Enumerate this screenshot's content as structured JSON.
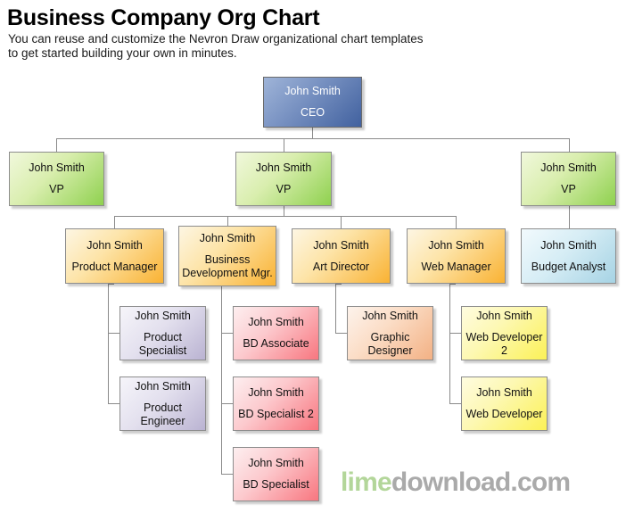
{
  "header": {
    "title": "Business Company Org Chart",
    "subtitle": "You can reuse and customize the Nevron Draw organizational chart templates to get started building your own in minutes."
  },
  "watermark": {
    "brand": "lime",
    "suffix": "download.com",
    "brand_color": "#b3d69a",
    "suffix_color": "#aaaaaa"
  },
  "colors": {
    "ceo": "#41619f",
    "vp": "#8fd14f",
    "manager": "#f9b233",
    "budget": "#a6d3e4",
    "product_reports": "#bab3d2",
    "bd_reports": "#f8767f",
    "art_reports": "#f3b184",
    "web_reports": "#fbf157",
    "connector": "#8a8a8a",
    "background": "#ffffff"
  },
  "chart_data": {
    "type": "diagram",
    "title": "Business Company Org Chart",
    "nodes": [
      {
        "id": "ceo",
        "name": "John Smith",
        "title": "CEO",
        "level": 0,
        "parent": null,
        "theme": "blue"
      },
      {
        "id": "vp1",
        "name": "John Smith",
        "title": "VP",
        "level": 1,
        "parent": "ceo",
        "theme": "green"
      },
      {
        "id": "vp2",
        "name": "John Smith",
        "title": "VP",
        "level": 1,
        "parent": "ceo",
        "theme": "green"
      },
      {
        "id": "vp3",
        "name": "John Smith",
        "title": "VP",
        "level": 1,
        "parent": "ceo",
        "theme": "green"
      },
      {
        "id": "pm",
        "name": "John Smith",
        "title": "Product Manager",
        "level": 2,
        "parent": "vp2",
        "theme": "orange"
      },
      {
        "id": "bdm",
        "name": "John Smith",
        "title": "Business Development Mgr.",
        "level": 2,
        "parent": "vp2",
        "theme": "orange"
      },
      {
        "id": "art",
        "name": "John Smith",
        "title": "Art Director",
        "level": 2,
        "parent": "vp2",
        "theme": "orange"
      },
      {
        "id": "web",
        "name": "John Smith",
        "title": "Web Manager",
        "level": 2,
        "parent": "vp2",
        "theme": "orange"
      },
      {
        "id": "budget",
        "name": "John Smith",
        "title": "Budget Analyst",
        "level": 2,
        "parent": "vp3",
        "theme": "cyan"
      },
      {
        "id": "pspec",
        "name": "John Smith",
        "title": "Product Specialist",
        "level": 3,
        "parent": "pm",
        "theme": "purple"
      },
      {
        "id": "peng",
        "name": "John Smith",
        "title": "Product Engineer",
        "level": 3,
        "parent": "pm",
        "theme": "purple"
      },
      {
        "id": "bdassoc",
        "name": "John Smith",
        "title": "BD Associate",
        "level": 3,
        "parent": "bdm",
        "theme": "pink"
      },
      {
        "id": "bdspec2",
        "name": "John Smith",
        "title": "BD Specialist 2",
        "level": 3,
        "parent": "bdm",
        "theme": "pink"
      },
      {
        "id": "bdspec",
        "name": "John Smith",
        "title": "BD Specialist",
        "level": 3,
        "parent": "bdm",
        "theme": "pink"
      },
      {
        "id": "gdesign",
        "name": "John Smith",
        "title": "Graphic Designer",
        "level": 3,
        "parent": "art",
        "theme": "peach"
      },
      {
        "id": "webdev2",
        "name": "John Smith",
        "title": "Web Developer 2",
        "level": 3,
        "parent": "web",
        "theme": "yellow"
      },
      {
        "id": "webdev",
        "name": "John Smith",
        "title": "Web Developer",
        "level": 3,
        "parent": "web",
        "theme": "yellow"
      }
    ]
  }
}
